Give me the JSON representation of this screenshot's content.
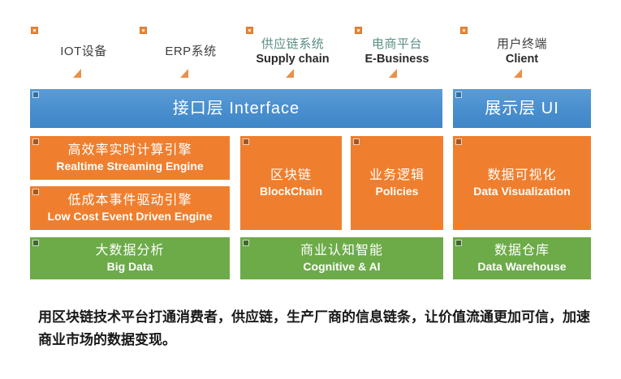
{
  "sources": [
    {
      "cn": "IOT设备",
      "en": "",
      "cn_color": "dark"
    },
    {
      "cn": "ERP系统",
      "en": "",
      "cn_color": "dark"
    },
    {
      "cn": "供应链系统",
      "en": "Supply chain",
      "cn_color": "teal"
    },
    {
      "cn": "电商平台",
      "en": "E-Business",
      "cn_color": "teal"
    },
    {
      "cn": "用户终端",
      "en": "Client",
      "cn_color": "dark"
    }
  ],
  "layers": {
    "interface": {
      "label": "接口层 Interface"
    },
    "ui": {
      "label": "展示层 UI"
    }
  },
  "engines": [
    {
      "cn": "高效率实时计算引擎",
      "en": "Realtime Streaming Engine"
    },
    {
      "cn": "低成本事件驱动引擎",
      "en": "Low Cost Event Driven Engine"
    }
  ],
  "core": [
    {
      "cn": "区块链",
      "en": "BlockChain"
    },
    {
      "cn": "业务逻辑",
      "en": "Policies"
    }
  ],
  "presentation": [
    {
      "cn": "数据可视化",
      "en": "Data Visualization"
    }
  ],
  "data_layer": [
    {
      "cn": "大数据分析",
      "en": "Big Data"
    },
    {
      "cn": "商业认知智能",
      "en": "Cognitive & AI"
    },
    {
      "cn": "数据仓库",
      "en": "Data Warehouse"
    }
  ],
  "caption": {
    "text": "用区块链技术平台打通消费者，供应链，生产厂商的信息链条，让价值流通更加可信，加速商业市场的数据变现。"
  },
  "colors": {
    "blue": "#4a90cf",
    "orange": "#ef7f2e",
    "green": "#6cab48",
    "marker": "#e8873a",
    "teal_text": "#5b8f86"
  }
}
